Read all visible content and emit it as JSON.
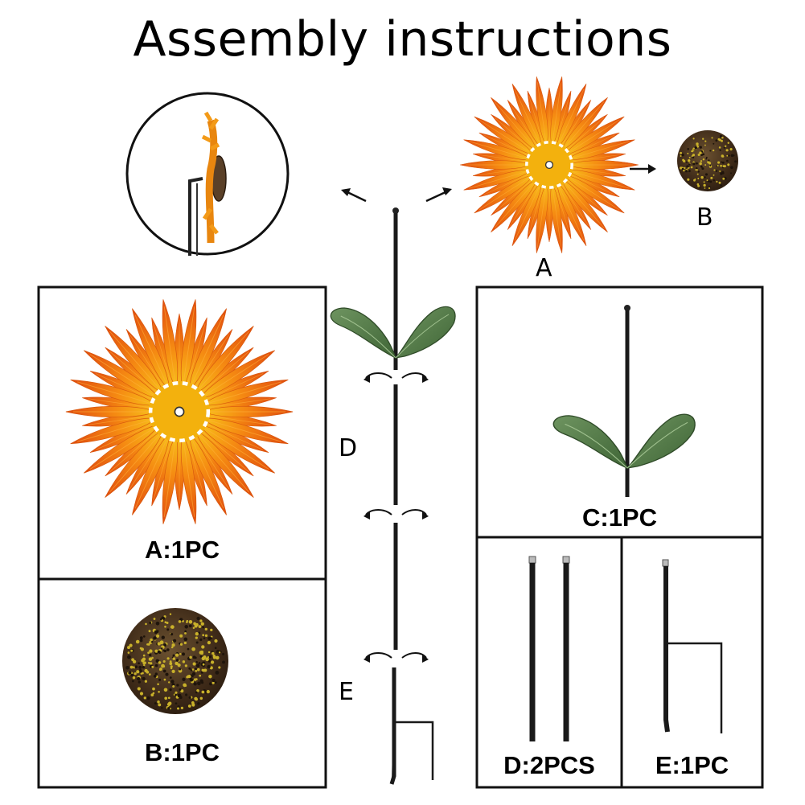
{
  "title": "Assembly instructions",
  "diagram_labels": {
    "a": "A",
    "b": "B",
    "d": "D",
    "e": "E"
  },
  "parts": [
    {
      "id": "A",
      "caption": "A:1PC",
      "icon": "sunflower-head-icon"
    },
    {
      "id": "B",
      "caption": "B:1PC",
      "icon": "seed-dome-icon"
    },
    {
      "id": "C",
      "caption": "C:1PC",
      "icon": "top-stem-with-leaves-icon"
    },
    {
      "id": "D",
      "caption": "D:2PCS",
      "icon": "middle-rod-icon"
    },
    {
      "id": "E",
      "caption": "E:1PC",
      "icon": "ground-stake-icon"
    }
  ],
  "colors": {
    "petal_outer": "#e8560f",
    "petal_inner": "#f7a318",
    "center": "#f3b10d",
    "dome": "#4a3420",
    "dome_dots": "#c9b12a",
    "leaf": "#4f7a44",
    "rod": "#1a1a1a",
    "border": "#111111"
  }
}
